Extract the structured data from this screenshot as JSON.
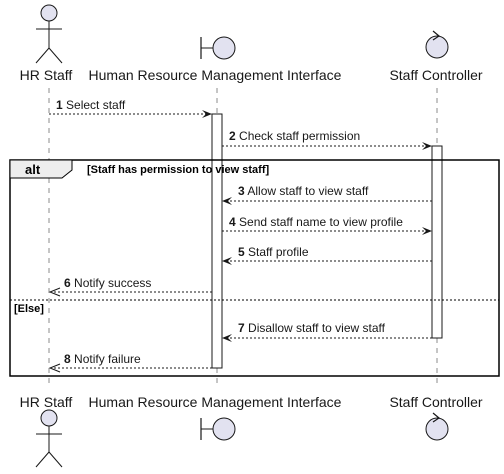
{
  "diagram": {
    "participants": [
      {
        "id": "hr",
        "label": "HR Staff",
        "kind": "actor"
      },
      {
        "id": "ui",
        "label": "Human Resource Management Interface",
        "kind": "boundary"
      },
      {
        "id": "ctrl",
        "label": "Staff Controller",
        "kind": "control"
      }
    ],
    "messages": [
      {
        "num": "1",
        "text": "Select staff",
        "from": "hr",
        "to": "ui"
      },
      {
        "num": "2",
        "text": "Check staff permission",
        "from": "ui",
        "to": "ctrl"
      },
      {
        "num": "3",
        "text": "Allow staff to view staff",
        "from": "ctrl",
        "to": "ui"
      },
      {
        "num": "4",
        "text": "Send staff name to view profile",
        "from": "ui",
        "to": "ctrl"
      },
      {
        "num": "5",
        "text": "Staff profile",
        "from": "ctrl",
        "to": "ui"
      },
      {
        "num": "6",
        "text": "Notify success",
        "from": "ui",
        "to": "hr"
      },
      {
        "num": "7",
        "text": "Disallow staff to view staff",
        "from": "ctrl",
        "to": "ui"
      },
      {
        "num": "8",
        "text": "Notify failure",
        "from": "ui",
        "to": "hr"
      }
    ],
    "fragment": {
      "tag": "alt",
      "guard": "[Staff has permission to view staff]",
      "else_guard": "[Else]"
    },
    "colors": {
      "participant_fill": "#E2E2F0",
      "line": "#181818",
      "lifeline": "#181818",
      "activation_fill": "#FFFFFF",
      "frame_tag_fill": "#EEEEEE"
    }
  }
}
